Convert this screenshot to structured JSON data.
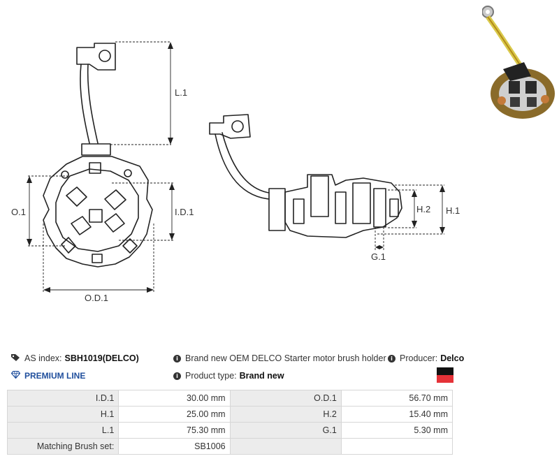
{
  "drawing": {
    "dim_labels": {
      "l1": "L.1",
      "o1": "O.1",
      "id1": "I.D.1",
      "od1": "O.D.1",
      "h2": "H.2",
      "h1": "H.1",
      "g1": "G.1"
    }
  },
  "photo": {
    "icon": "product-photo-brush-holder"
  },
  "info": {
    "as_index_label": "AS index:",
    "as_index_value": "SBH1019(DELCO)",
    "premium": "PREMIUM LINE",
    "description": "Brand new OEM DELCO Starter motor brush holder",
    "product_type_label": "Product type:",
    "product_type_value": "Brand new",
    "producer_label": "Producer:",
    "producer_value": "Delco"
  },
  "colors": {
    "accent": "#1f4e9c",
    "flag_top": "#111111",
    "flag_bottom": "#e53238"
  },
  "specs": {
    "rows": [
      {
        "k1": "I.D.1",
        "v1": "30.00 mm",
        "k2": "O.D.1",
        "v2": "56.70 mm"
      },
      {
        "k1": "H.1",
        "v1": "25.00 mm",
        "k2": "H.2",
        "v2": "15.40 mm"
      },
      {
        "k1": "L.1",
        "v1": "75.30 mm",
        "k2": "G.1",
        "v2": "5.30 mm"
      },
      {
        "k1": "Matching Brush set:",
        "v1": "SB1006",
        "k2": "",
        "v2": ""
      }
    ]
  }
}
